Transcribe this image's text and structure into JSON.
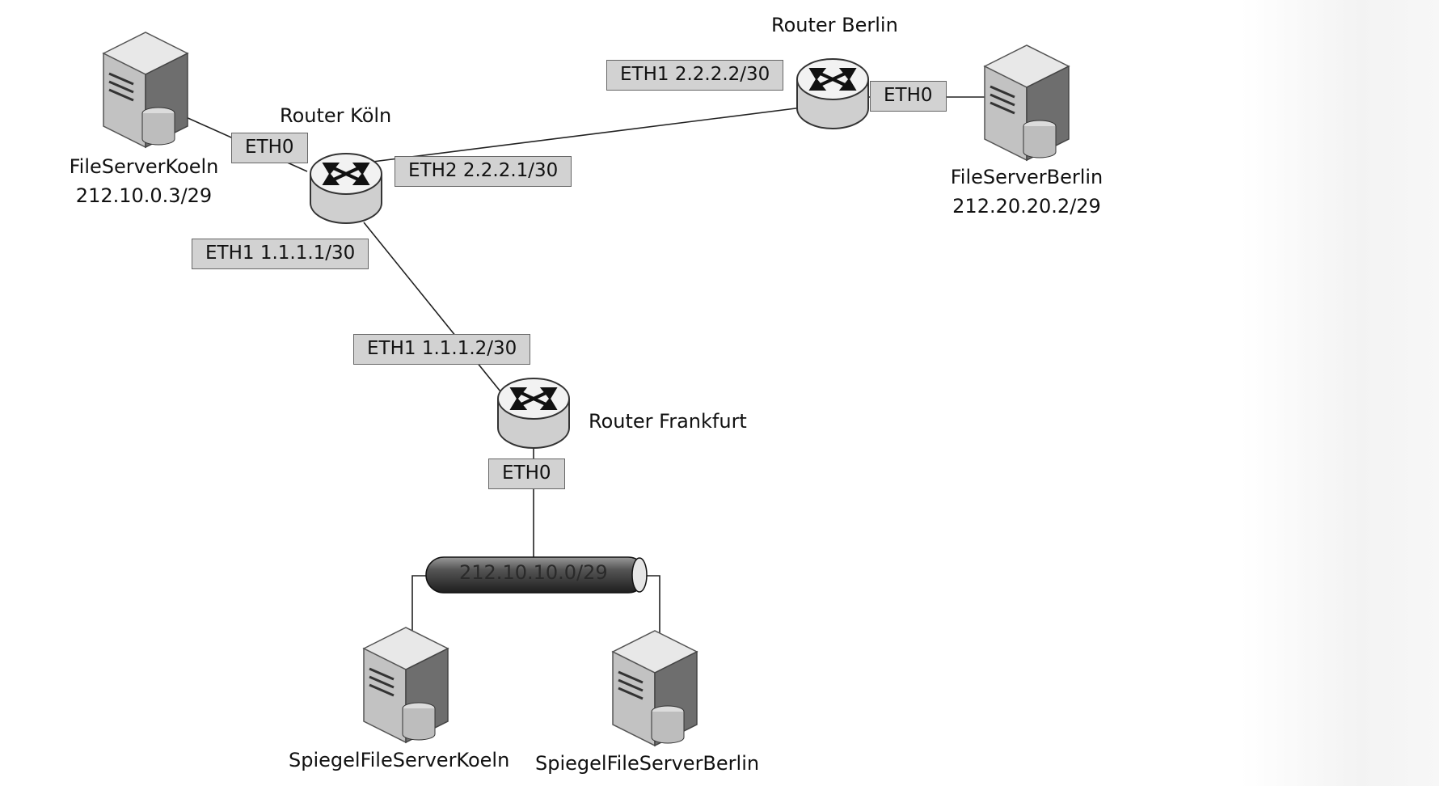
{
  "routers": {
    "koeln": {
      "name": "Router Köln",
      "eth0": "ETH0",
      "eth1": "ETH1 1.1.1.1/30",
      "eth2": "ETH2 2.2.2.1/30"
    },
    "berlin": {
      "name": "Router Berlin",
      "eth0": "ETH0",
      "eth1": "ETH1 2.2.2.2/30"
    },
    "frankfurt": {
      "name": "Router Frankfurt",
      "eth0": "ETH0",
      "eth1": "ETH1 1.1.1.2/30"
    }
  },
  "servers": {
    "koeln": {
      "name": "FileServerKoeln",
      "ip": "212.10.0.3/29"
    },
    "berlin": {
      "name": "FileServerBerlin",
      "ip": "212.20.20.2/29"
    },
    "mirror_koeln": {
      "name": "SpiegelFileServerKoeln"
    },
    "mirror_berlin": {
      "name": "SpiegelFileServerBerlin"
    }
  },
  "lan": {
    "subnet": "212.10.10.0/29"
  }
}
